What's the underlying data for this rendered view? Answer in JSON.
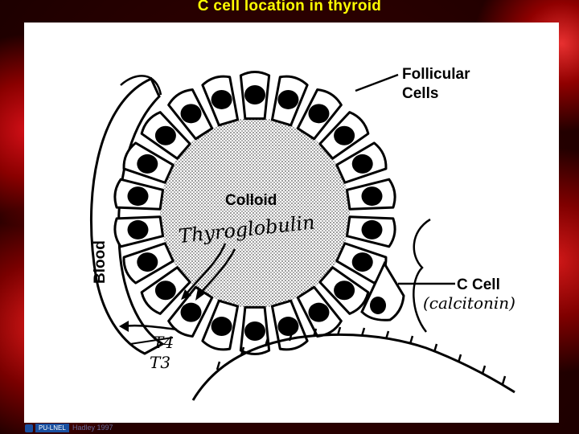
{
  "slide": {
    "title": "C cell location in thyroid",
    "credit": "Hadley 1997",
    "logo_text": "PU-LNEL"
  },
  "diagram": {
    "labels": {
      "follicular_cells": [
        "Follicular",
        "Cells"
      ],
      "colloid": "Colloid",
      "thyroglobulin": "Thyroglobulin",
      "c_cell": "C Cell",
      "calcitonin": "(calcitonin)",
      "blood": "Blood",
      "t4": "T4",
      "t3": "T3"
    }
  },
  "colors": {
    "title": "#ffff00",
    "panel": "#ffffff",
    "ink": "#000000"
  }
}
